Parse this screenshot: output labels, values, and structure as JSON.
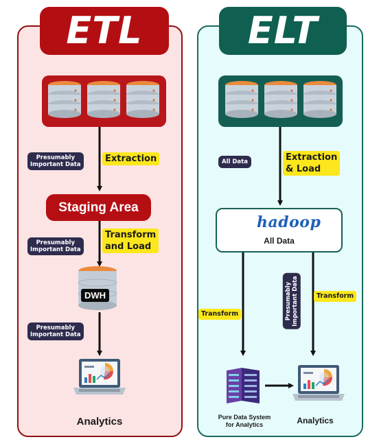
{
  "etl": {
    "title": "ETL",
    "step_extraction": "Extraction",
    "staging": "Staging Area",
    "step_transform": [
      "Transform",
      "and Load"
    ],
    "dwh": "DWH",
    "badge": [
      "Presumably",
      "Important Data"
    ],
    "analytics": "Analytics"
  },
  "elt": {
    "title": "ELT",
    "step_extraction": [
      "Extraction",
      "& Load"
    ],
    "badge_all": "All Data",
    "hadoop_logo": "hadoop",
    "hadoop_label": "All Data",
    "transform_left": "Transform",
    "transform_right": "Transform",
    "badge_vertical": [
      "Presumably",
      "Important Data"
    ],
    "pure_system": [
      "Pure Data System",
      "for Analytics"
    ],
    "analytics": "Analytics"
  },
  "colors": {
    "etl_red": "#b30f13",
    "elt_green": "#0f6051",
    "highlight": "#fbe71b",
    "badge": "#2e2c4d"
  }
}
